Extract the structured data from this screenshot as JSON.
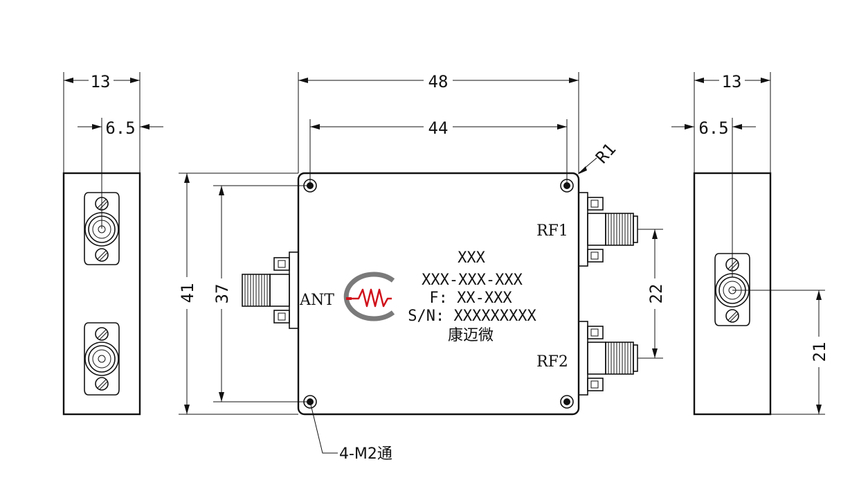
{
  "dimensions": {
    "left_width": "13",
    "left_offset": "6.5",
    "top_width": "48",
    "hole_spacing_h": "44",
    "corner_radius": "R1",
    "height_outer": "41",
    "hole_spacing_v": "37",
    "rf_spacing": "22",
    "right_width": "13",
    "right_offset": "6.5",
    "right_height": "21"
  },
  "ports": {
    "ant": "ANT",
    "rf1": "RF1",
    "rf2": "RF2"
  },
  "marking": {
    "line1": "XXX",
    "line2": "XXX-XXX-XXX",
    "line3": "F: XX-XXX",
    "line4": "S/N: XXXXXXXXX",
    "line5": "康迈微"
  },
  "mounting_note": "4-M2通",
  "colors": {
    "logo_gray": "#7a7a7a",
    "logo_red": "#d0121b",
    "line": "#111111"
  }
}
